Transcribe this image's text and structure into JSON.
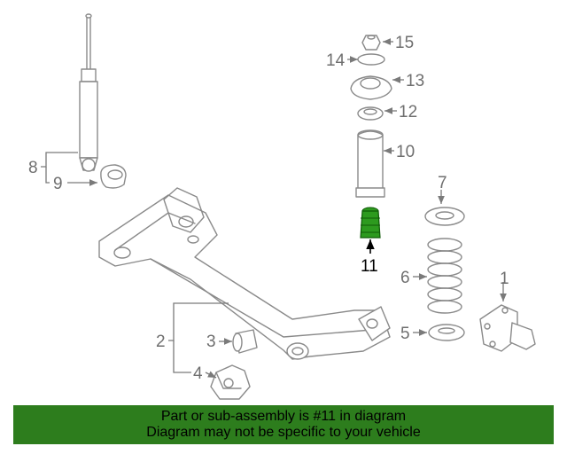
{
  "diagram": {
    "callouts": [
      "1",
      "2",
      "3",
      "4",
      "5",
      "6",
      "7",
      "8",
      "9",
      "10",
      "11",
      "12",
      "13",
      "14",
      "15"
    ],
    "highlighted_callout": "11",
    "highlight_color": "#2d9a1e"
  },
  "banner": {
    "line1": "Part or sub-assembly is #11 in diagram",
    "line2": "Diagram may not be specific to your vehicle",
    "background": "#2d7d1d"
  }
}
